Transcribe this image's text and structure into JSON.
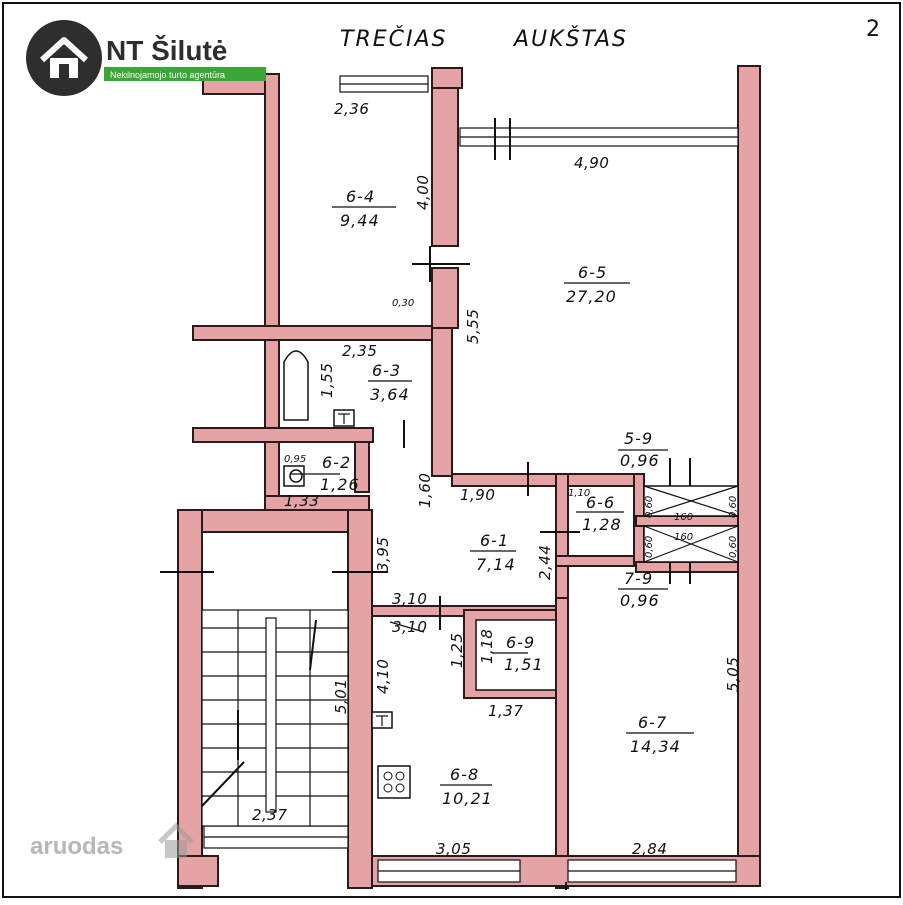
{
  "logo": {
    "name": "NT Šilutė",
    "tagline": "Nekilnojamojo turto agentūra",
    "icon": "house-icon"
  },
  "watermark": {
    "text": "aruodas",
    "icon": "house-icon"
  },
  "header": {
    "word1": "TREČIAS",
    "word2": "AUKŠTAS",
    "page_number": "2"
  },
  "rooms": [
    {
      "id": "6-4",
      "area": "9,44"
    },
    {
      "id": "6-5",
      "area": "27,20"
    },
    {
      "id": "6-3",
      "area": "3,64"
    },
    {
      "id": "6-2",
      "area": "1,26"
    },
    {
      "id": "5-9",
      "area": "0,96"
    },
    {
      "id": "6-6",
      "area": "1,28"
    },
    {
      "id": "6-1",
      "area": "7,14"
    },
    {
      "id": "7-9",
      "area": "0,96"
    },
    {
      "id": "6-9",
      "area": "1,51"
    },
    {
      "id": "6-7",
      "area": "14,34"
    },
    {
      "id": "6-8",
      "area": "10,21"
    }
  ],
  "dimensions": [
    "2,36",
    "4,90",
    "4,00",
    "0,30",
    "5,55",
    "2,35",
    "1,55",
    "0,95",
    "1,33",
    "1,60",
    "1,90",
    "1,10",
    "3,95",
    "2,44",
    "3,10",
    "3,10",
    "1,25",
    "1,18",
    "4,10",
    "5,01",
    "1,37",
    "5,05",
    "2,37",
    "3,05",
    "2,84",
    "160",
    "160",
    "0,60",
    "0,60",
    "0,60",
    "0,60"
  ]
}
